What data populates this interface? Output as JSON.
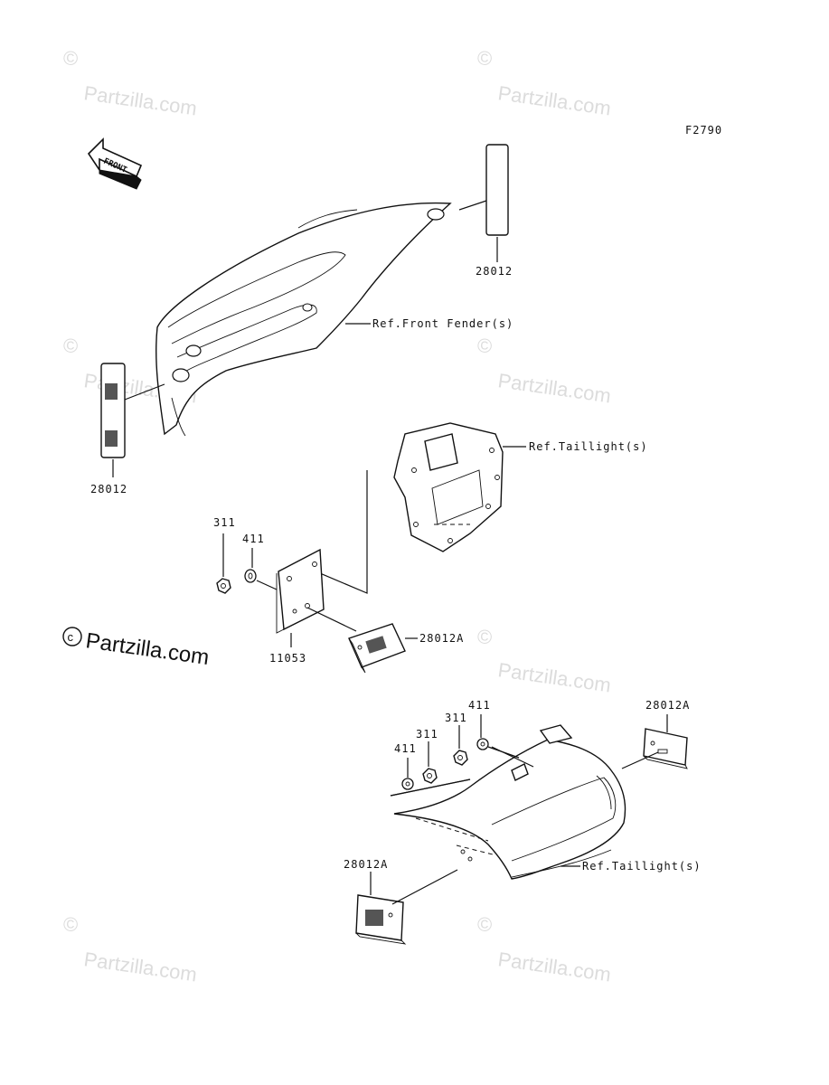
{
  "figure_code": "F2790",
  "front_arrow_text": "FRONT",
  "watermark_text": "Partzilla.com",
  "watermark_symbol": "©",
  "labels": {
    "reflector_top": "28012",
    "reflector_left": "28012",
    "ref_front_fender": "Ref.Front Fender(s)",
    "ref_taillight_1": "Ref.Taillight(s)",
    "ref_taillight_2": "Ref.Taillight(s)",
    "nut_311_a": "311",
    "washer_411_a": "411",
    "bracket_11053": "11053",
    "reflector_a_1": "28012A",
    "reflector_a_2": "28012A",
    "reflector_a_3": "28012A",
    "nut_311_b": "311",
    "nut_311_c": "311",
    "washer_411_b": "411",
    "washer_411_c": "411"
  },
  "colors": {
    "line": "#111111",
    "watermark": "#dcdcdc"
  }
}
